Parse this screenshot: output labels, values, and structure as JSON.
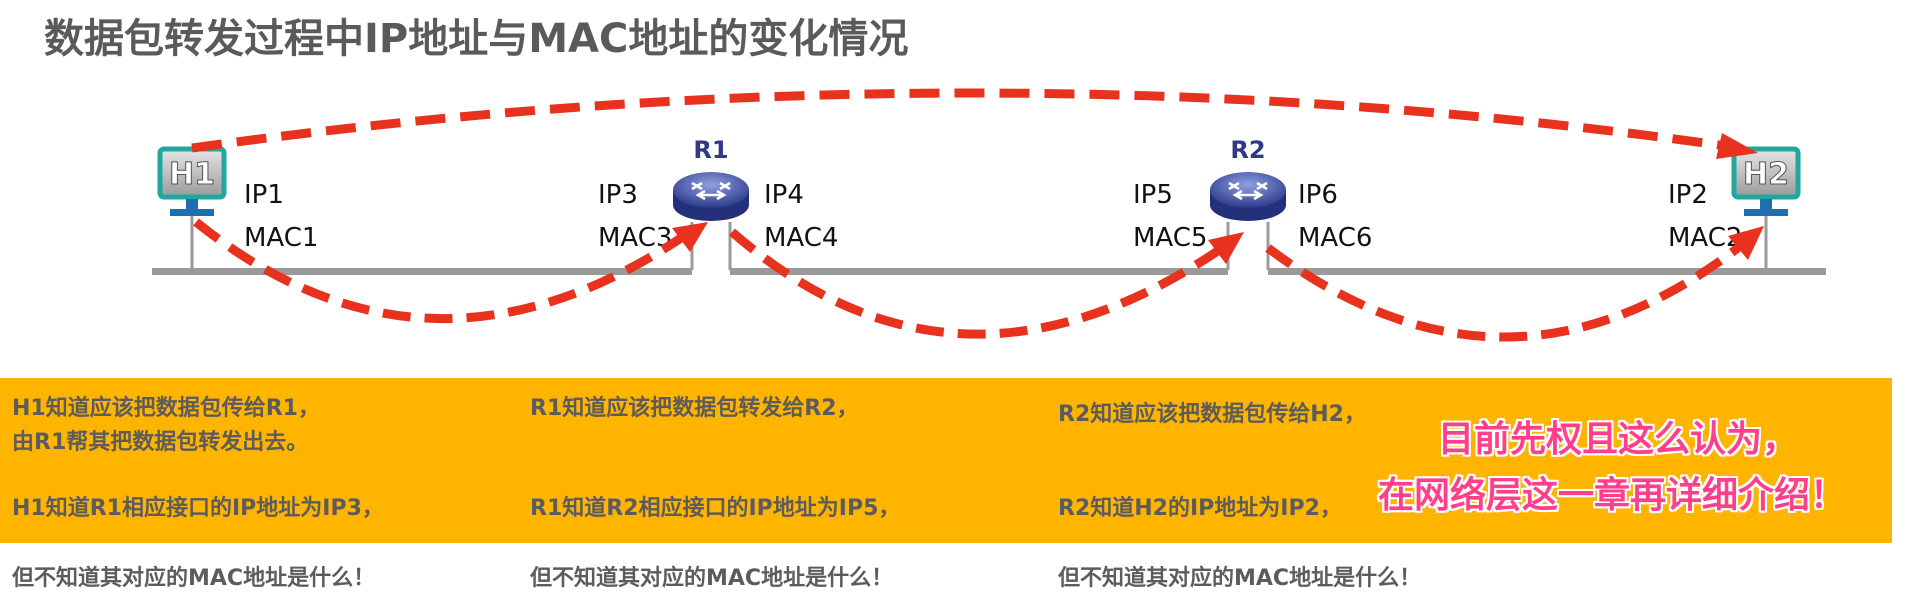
{
  "title": "数据包转发过程中IP地址与MAC地址的变化情况",
  "nodes": {
    "h1": {
      "label": "H1",
      "ip": "IP1",
      "mac": "MAC1"
    },
    "r1": {
      "label": "R1",
      "left_ip": "IP3",
      "left_mac": "MAC3",
      "right_ip": "IP4",
      "right_mac": "MAC4"
    },
    "r2": {
      "label": "R2",
      "left_ip": "IP5",
      "left_mac": "MAC5",
      "right_ip": "IP6",
      "right_mac": "MAC6"
    },
    "h2": {
      "label": "H2",
      "ip": "IP2",
      "mac": "MAC2"
    }
  },
  "notes": {
    "col1": {
      "line1": "H1知道应该把数据包传给R1，",
      "line2": "由R1帮其把数据包转发出去。",
      "line3": "H1知道R1相应接口的IP地址为IP3，",
      "line4": "但不知道其对应的MAC地址是什么！"
    },
    "col2": {
      "line1": "R1知道应该把数据包转发给R2，",
      "line3": "R1知道R2相应接口的IP地址为IP5，",
      "line4": "但不知道其对应的MAC地址是什么！"
    },
    "col3": {
      "line1": "R2知道应该把数据包传给H2，",
      "line3": "R2知道H2的IP地址为IP2，",
      "line4": "但不知道其对应的MAC地址是什么！"
    }
  },
  "overlay": {
    "line1": "目前先权且这么认为，",
    "line2": "在网络层这一章再详细介绍！"
  },
  "colors": {
    "arrow": "#e8321e",
    "band": "#ffb400",
    "link": "#9a9a9a",
    "router": "#3a4aa0",
    "host_frame": "#1fa7a0",
    "overlay_text": "#ff3f8a"
  }
}
